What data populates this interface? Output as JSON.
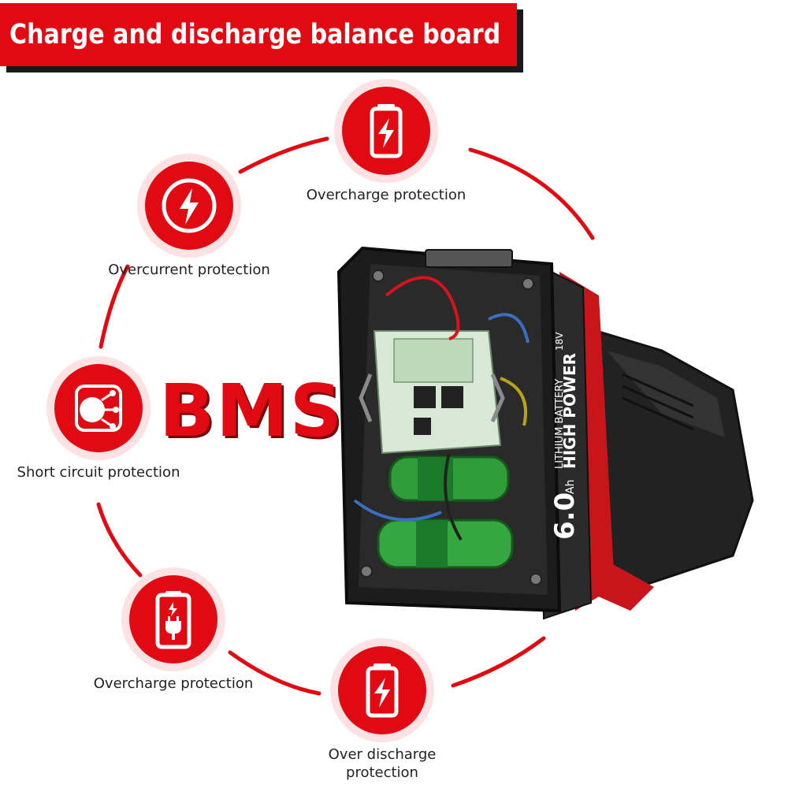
{
  "banner": {
    "title": "Charge and discharge balance board"
  },
  "center_logo": "BMS",
  "features": [
    {
      "id": "top",
      "icon": "battery-bolt-icon",
      "label": "Overcharge protection"
    },
    {
      "id": "upper-left",
      "icon": "lightning-circle-icon",
      "label": "Overcurrent protection"
    },
    {
      "id": "left",
      "icon": "short-circuit-icon",
      "label": "Short circuit protection"
    },
    {
      "id": "lower-left",
      "icon": "battery-plug-icon",
      "label": "Overcharge protection"
    },
    {
      "id": "bottom",
      "icon": "battery-bolt-icon",
      "label": "Over discharge protection"
    }
  ],
  "product": {
    "capacity": "6.0",
    "unit": "Ah",
    "line1": "LITHIUM BATTERY",
    "line2": "HIGH POWER",
    "voltage": "18V"
  },
  "colors": {
    "accent": "#e10a12",
    "dark": "#1a1a1a",
    "badge_halo": "#fde2e3"
  }
}
